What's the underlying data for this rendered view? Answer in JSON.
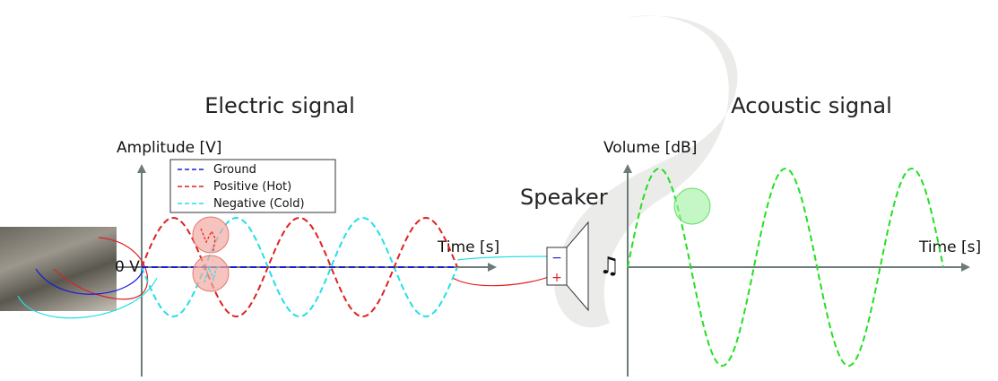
{
  "electric": {
    "title": "Electric signal",
    "y_axis_label": "Amplitude [V]",
    "x_axis_label": "Time [s]",
    "zero_label": "0 V",
    "legend": [
      {
        "label": "Ground",
        "color": "#1a1adc"
      },
      {
        "label": "Positive (Hot)",
        "color": "#e02020"
      },
      {
        "label": "Negative (Cold)",
        "color": "#22dfe6"
      }
    ]
  },
  "speaker": {
    "label": "Speaker",
    "minus_symbol": "−",
    "plus_symbol": "+",
    "note_symbol": "♫"
  },
  "acoustic": {
    "title": "Acoustic signal",
    "y_axis_label": "Volume [dB]",
    "x_axis_label": "Time [s]",
    "color": "#22e022"
  },
  "colors": {
    "axis": "#6e7b7b",
    "ground": "#1a1adc",
    "positive": "#e02020",
    "negative": "#22dfe6",
    "acoustic": "#22e022",
    "marker_fill": "#f2a9a3",
    "marker_stroke": "#e07a72"
  },
  "chart_data": [
    {
      "type": "line",
      "title": "Electric signal",
      "xlabel": "Time [s]",
      "ylabel": "Amplitude [V]",
      "series": [
        {
          "name": "Ground",
          "waveform": "constant",
          "value": 0
        },
        {
          "name": "Positive (Hot)",
          "waveform": "sine",
          "cycles": 2.5,
          "phase": "starts rising"
        },
        {
          "name": "Negative (Cold)",
          "waveform": "sine",
          "cycles": 2.5,
          "phase": "inverted"
        }
      ]
    },
    {
      "type": "line",
      "title": "Acoustic signal",
      "xlabel": "Time [s]",
      "ylabel": "Volume [dB]",
      "series": [
        {
          "waveform": "sine",
          "cycles": 2.5,
          "phase": "starts rising"
        }
      ]
    }
  ]
}
